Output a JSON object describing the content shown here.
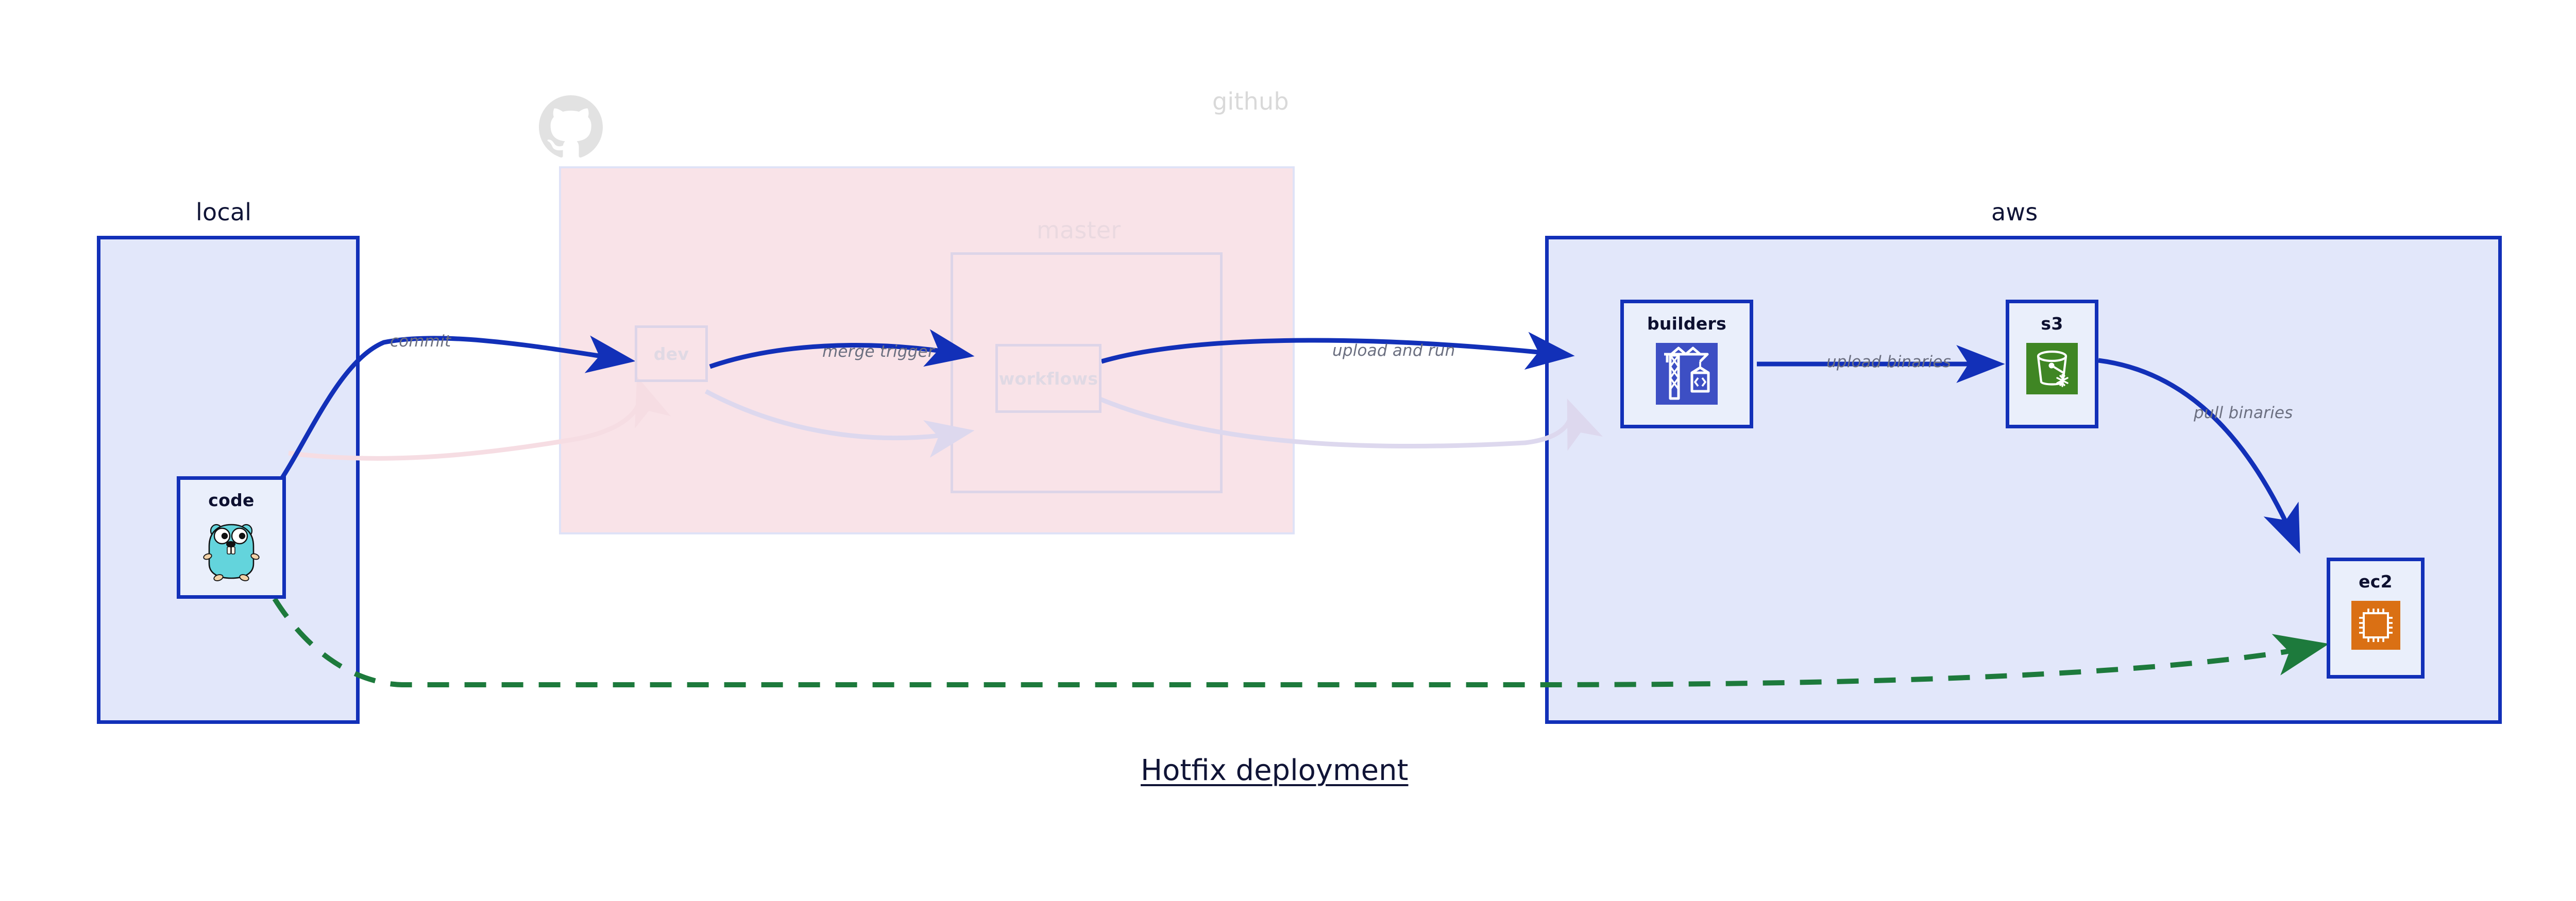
{
  "title": "Hotfix deployment",
  "colors": {
    "group_blue_fill": "#e2e7fa",
    "group_blue_border": "#1230b8",
    "group_pink_fill": "#f9e3e8",
    "group_pink_border": "#dfe2f7",
    "node_fill": "#eaeffb",
    "node_border": "#1230b8",
    "edge_blue": "#1230b8",
    "edge_green": "#1d7a3c",
    "edge_faded_pink": "#f6dfe4",
    "edge_faded_lavender": "#ddd8ee",
    "label_text": "#6b6f80",
    "heading_text": "#101436",
    "faded_text": "#d9d9d9",
    "builders_icon_bg": "#3d4fc4",
    "s3_icon_bg": "#3f8624",
    "ec2_icon_bg": "#da7014",
    "gopher_body": "#63d4dc"
  },
  "groups": [
    {
      "id": "local",
      "label": "local",
      "faded": false
    },
    {
      "id": "github",
      "label": "github",
      "faded": true
    },
    {
      "id": "master",
      "label": "master",
      "faded": true
    },
    {
      "id": "aws",
      "label": "aws",
      "faded": false
    }
  ],
  "nodes": [
    {
      "id": "code",
      "label": "code",
      "icon": "go-gopher-icon",
      "faded": false
    },
    {
      "id": "dev",
      "label": "dev",
      "icon": null,
      "faded": true
    },
    {
      "id": "workflows",
      "label": "workflows",
      "icon": null,
      "faded": true
    },
    {
      "id": "builders",
      "label": "builders",
      "icon": "aws-codebuild-crane-icon",
      "faded": false
    },
    {
      "id": "s3",
      "label": "s3",
      "icon": "aws-s3-bucket-icon",
      "faded": false
    },
    {
      "id": "ec2",
      "label": "ec2",
      "icon": "aws-ec2-chip-icon",
      "faded": false
    }
  ],
  "edges": [
    {
      "id": "commit",
      "label": "commit",
      "from": "code",
      "to": "dev",
      "style": "solid-blue"
    },
    {
      "id": "merge-trigger",
      "label": "merge trigger",
      "from": "dev",
      "to": "workflows",
      "style": "solid-blue"
    },
    {
      "id": "upload-and-run",
      "label": "upload and run",
      "from": "workflows",
      "to": "builders",
      "style": "solid-blue"
    },
    {
      "id": "upload-binaries",
      "label": "upload binaries",
      "from": "builders",
      "to": "s3",
      "style": "solid-blue"
    },
    {
      "id": "pull-binaries",
      "label": "pull binaries",
      "from": "s3",
      "to": "ec2",
      "style": "solid-blue"
    },
    {
      "id": "hotfix-direct",
      "label": "",
      "from": "code",
      "to": "ec2",
      "style": "dashed-green"
    }
  ],
  "icons": {
    "github_watermark": "github-octocat-icon"
  }
}
